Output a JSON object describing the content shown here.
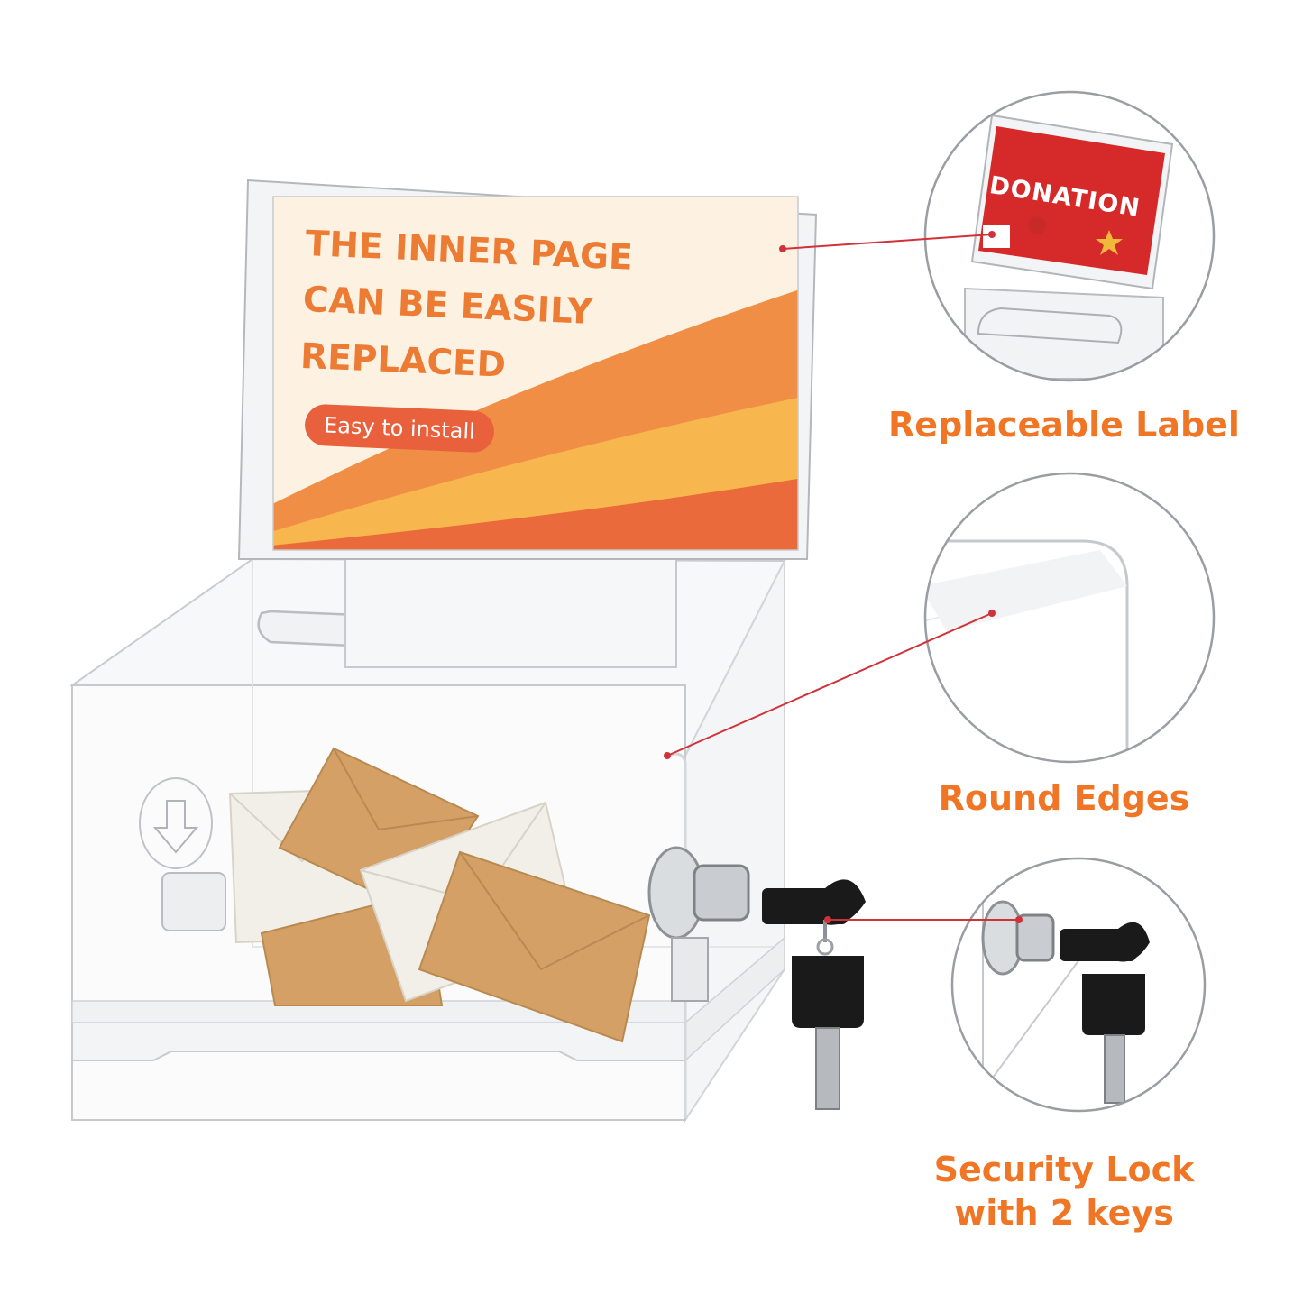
{
  "sign": {
    "heading_line1": "THE INNER PAGE",
    "heading_line2": "CAN BE EASILY",
    "heading_line3": "REPLACED",
    "pill": "Easy to install"
  },
  "callouts": [
    {
      "label": "Replaceable Label",
      "detail_text": "DONATION"
    },
    {
      "label": "Round Edges"
    },
    {
      "label_line1": "Security Lock",
      "label_line2": "with 2 keys"
    }
  ],
  "colors": {
    "label": "#f07524",
    "sign_text": "#ec7b34",
    "pill": "#e8603c",
    "leader_line": "#d0323a",
    "donation_card": "#d62a2a",
    "envelope_kraft": "#d4a066",
    "envelope_white": "#f2efe8",
    "key": "#1a1a1a"
  }
}
